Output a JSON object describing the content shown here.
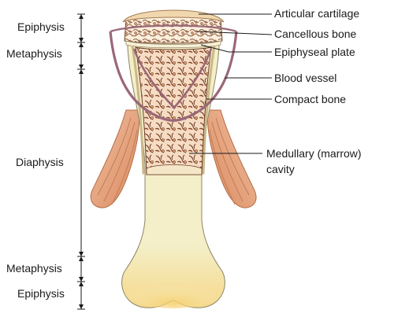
{
  "regions": {
    "epiphysis_top": "Epiphysis",
    "metaphysis_top": "Metaphysis",
    "diaphysis": "Diaphysis",
    "metaphysis_bottom": "Metaphysis",
    "epiphysis_bottom": "Epiphysis"
  },
  "labels": {
    "articular_cartilage": "Articular cartilage",
    "cancellous_bone": "Cancellous bone",
    "epiphyseal_plate": "Epiphyseal plate",
    "blood_vessel": "Blood vessel",
    "compact_bone": "Compact bone",
    "medullary_line1": "Medullary (marrow)",
    "medullary_line2": "cavity"
  },
  "colors": {
    "bone": "#f3efc6",
    "bone_end_glow": "#f6d98a",
    "cartilage": "#f3dab0",
    "muscle": "#e9a982",
    "vessel": "#9c6a78",
    "marrow": "#d98a5e"
  }
}
